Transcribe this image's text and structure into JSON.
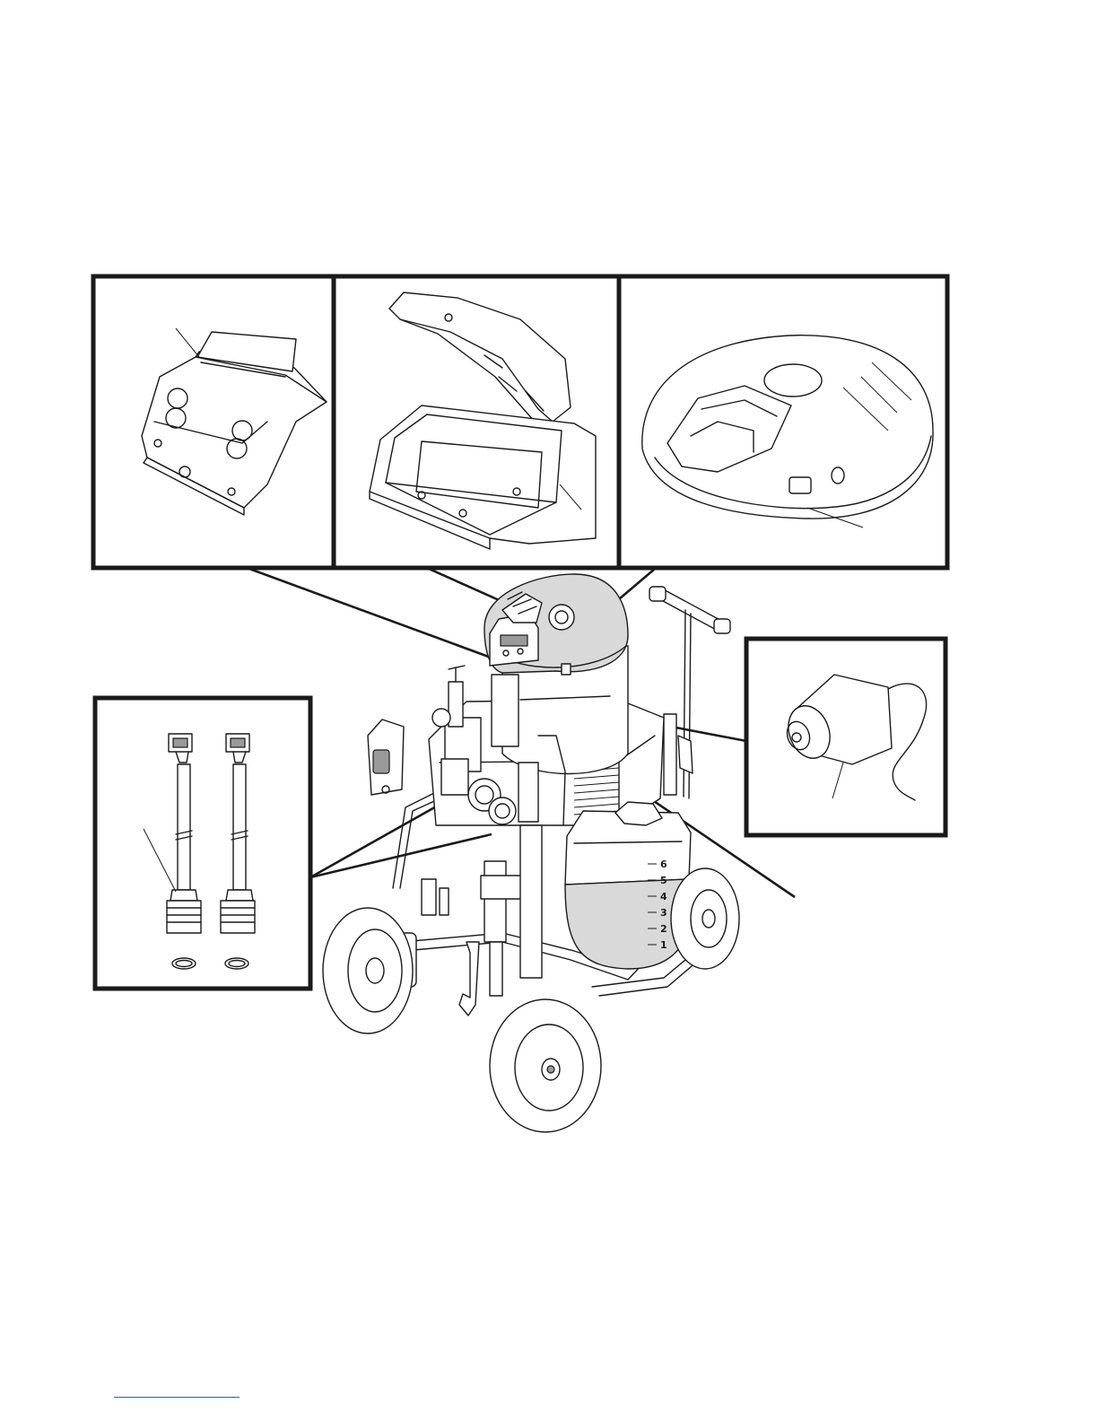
{
  "figure": {
    "hopper_scale_labels": [
      "6",
      "5",
      "4",
      "3",
      "2",
      "1"
    ]
  },
  "colors": {
    "ink": "#1a1a1a",
    "shaded_cover": "#d9d9d9",
    "footer_rule": "#2b5fb3"
  }
}
